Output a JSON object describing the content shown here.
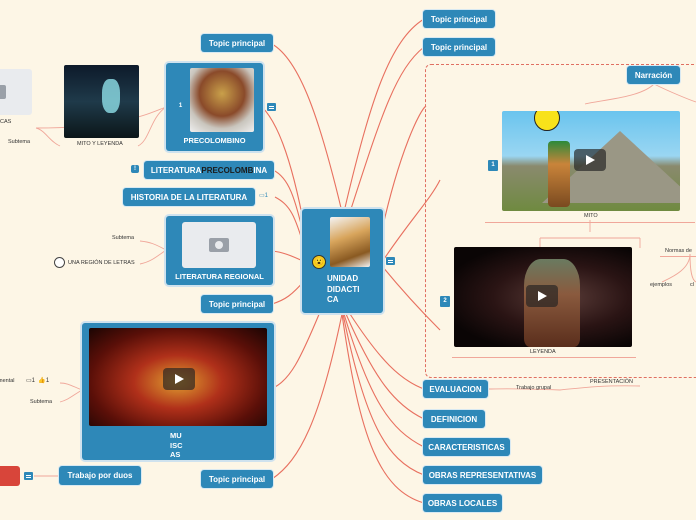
{
  "central": {
    "title": "UNIDAD DIDACTICA",
    "lines": [
      "UNIDAD",
      "DIDACTI",
      "CA"
    ]
  },
  "left_nodes": {
    "topic1": "Topic principal",
    "precolombino": "PRECOLOMBINO",
    "precolombino_badge": "1",
    "mito_y_leyenda": "MITO Y LEYENDA",
    "cas": "CAS",
    "subtema_a": "Subtema",
    "literatura_pre": "LITERATURA ",
    "literatura_mid": "PRECOLOMB",
    "literatura_post": "INA",
    "literatura_badge": "!",
    "historia": "HISTORIA DE LA LITERATURA",
    "historia_count": "1",
    "regional": "LITERATURA REGIONAL",
    "subtema_b": "Subtema",
    "region_letras": "UNA REGIÓN DE LETRAS",
    "topic2": "Topic principal",
    "muiscas_lines": [
      "MU",
      "ISC",
      "AS"
    ],
    "mental": "mental",
    "comment_count": "1",
    "like_count": "1",
    "subtema_c": "Subtema",
    "trabajo_duos": "Trabajo por duos",
    "topic3": "Topic principal"
  },
  "right_nodes": {
    "topic_a": "Topic principal",
    "topic_b": "Topic principal",
    "narracion": "Narración",
    "mito": "MITO",
    "mito_badge": "1",
    "leyenda": "LEYENDA",
    "leyenda_badge": "2",
    "normas": "Normas de",
    "ejemplos": "ejemplos",
    "cl": "cl",
    "evaluacion": "EVALUACION",
    "trabajo_grupal": "Trabajo grupal",
    "presentacion": "PRESENTACIÓN",
    "definicion": "DEFINICION",
    "caracteristicas": "CARACTERISTICAS",
    "obras_rep": "OBRAS REPRESENTATIVAS",
    "obras_loc": "OBRAS LOCALES"
  },
  "colors": {
    "node": "#2e88b8",
    "wire": "#e8705f",
    "background": "#fdf6e6"
  }
}
